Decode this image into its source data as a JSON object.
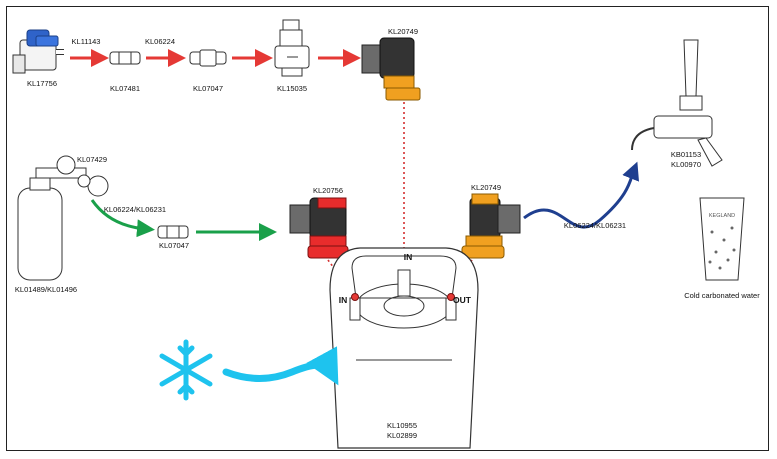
{
  "labels": {
    "shutoff_valve": "KL17756",
    "connector_1": "KL11143",
    "connector_2": "KL06224",
    "joiner_1": "KL07481",
    "joiner_2": "KL07047",
    "regulator": "KL15035",
    "top_disconnect": "KL20749",
    "gas_regulator": "KL07429",
    "gas_hose": "KL06224/KL06231",
    "gas_joiner": "KL07047",
    "co2_bottle": "KL01489/KL01496",
    "gas_disconnect": "KL20756",
    "liquid_disconnect": "KL20749",
    "beer_line": "KL06224/KL06231",
    "tap": "KB01153",
    "tap_shank": "KL00970",
    "glass_caption": "Cold carbonated water",
    "glass_brand": "KEGLAND",
    "keg_line1": "KL10955",
    "keg_line2": "KL02899",
    "post_in_left": "IN",
    "post_in_center": "IN",
    "post_out": "OUT"
  },
  "colors": {
    "water_arrow": "#e53935",
    "gas_arrow": "#1aa04a",
    "beer_arrow": "#1f3f8f",
    "cold_arrow": "#1ec3ee",
    "snowflake": "#1ec3ee",
    "gas_disconnect": "#e82c2c",
    "liquid_disconnect": "#f0a020",
    "dotted_link": "#d32f2f"
  },
  "icons": [
    "snowflake-icon",
    "shutoff-valve-icon",
    "regulator-icon",
    "co2-bottle-icon",
    "tap-icon",
    "glass-icon",
    "keg-icon"
  ]
}
